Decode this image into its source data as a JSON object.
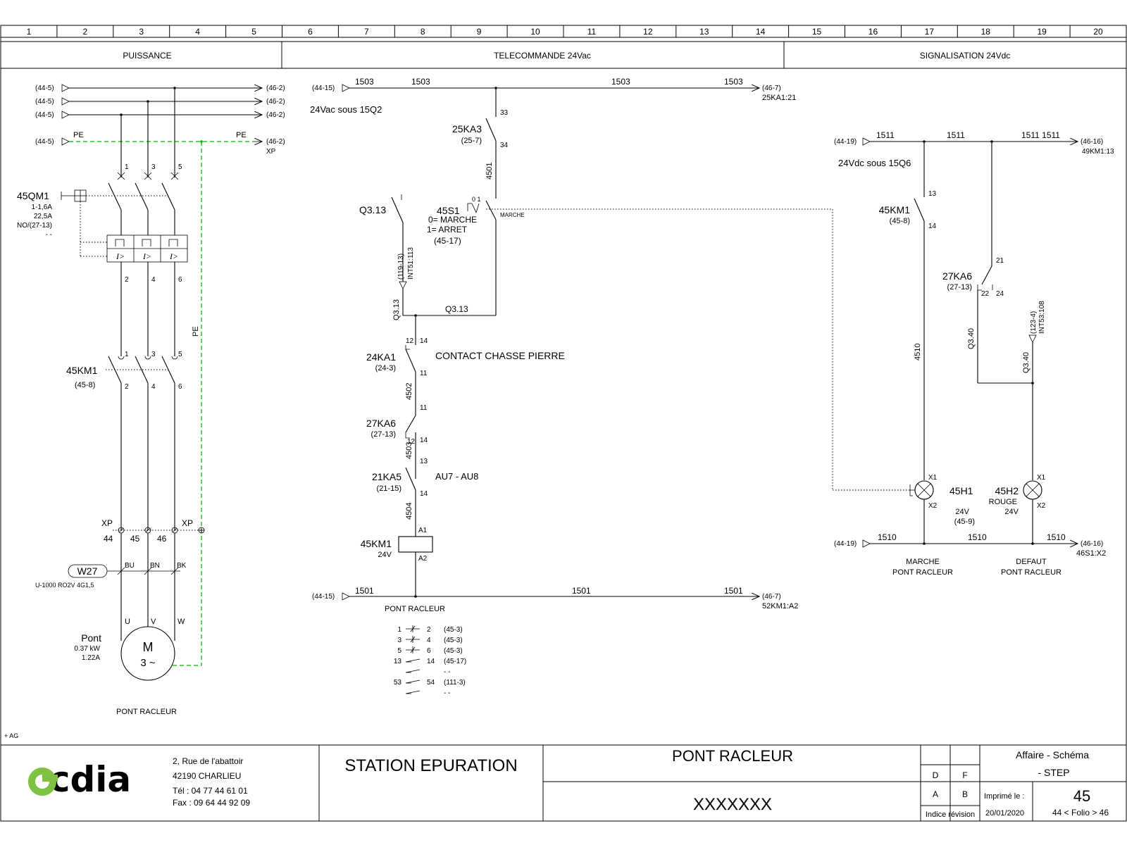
{
  "columns": [
    "1",
    "2",
    "3",
    "4",
    "5",
    "6",
    "7",
    "8",
    "9",
    "10",
    "11",
    "12",
    "13",
    "14",
    "15",
    "16",
    "17",
    "18",
    "19",
    "20"
  ],
  "sections": {
    "puissance": "PUISSANCE",
    "telecommande": "TELECOMMANDE 24Vac",
    "signalisation": "SIGNALISATION 24Vdc"
  },
  "power": {
    "refs_in": [
      "(44-5)",
      "(44-5)",
      "(44-5)",
      "(44-5)"
    ],
    "refs_out": [
      "(46-2)",
      "(46-2)",
      "(46-2)",
      "(46-2)"
    ],
    "pe": "PE",
    "xp": "XP",
    "qm1": {
      "name": "45QM1",
      "range": "1-1,6A",
      "setting": "22,5A",
      "ref": "NO/(27-13)",
      "ref2": "- -"
    },
    "pole_top": [
      "1",
      "3",
      "5"
    ],
    "pole_bottom": [
      "2",
      "4",
      "6"
    ],
    "km1": {
      "name": "45KM1",
      "ref": "(45-8)"
    },
    "km_top": [
      "1",
      "3",
      "5"
    ],
    "km_bottom": [
      "2",
      "4",
      "6"
    ],
    "pe_label": "PE",
    "terminals": [
      "44",
      "45",
      "46"
    ],
    "cable": {
      "name": "W27",
      "type": "U-1000 RO2V 4G1,5",
      "cores": [
        "BU",
        "BN",
        "BK"
      ]
    },
    "motor_phases": [
      "U",
      "V",
      "W"
    ],
    "motor": {
      "name": "Pont",
      "power": "0.37 kW",
      "current": "1.22A",
      "symbol": "M",
      "phase": "3 ~"
    },
    "caption": "PONT RACLEUR",
    "corner": "+ AG"
  },
  "control": {
    "ref_top_in": "(44-15)",
    "top_wires": [
      "1503",
      "1503",
      "1503",
      "1503"
    ],
    "ref_top_out": "(46-7)",
    "ref_top_out2": "25KA1:21",
    "supply": "24Vac sous 15Q2",
    "ka3": {
      "name": "25KA3",
      "ref": "(25-7)",
      "t1": "33",
      "t2": "34"
    },
    "w4501": "4501",
    "q313": "Q3.13",
    "s1": {
      "name": "45S1",
      "l1": "0= MARCHE",
      "l2": "1= ARRET",
      "ref": "(45-17)",
      "marche": "MARCHE",
      "pos": "0 1"
    },
    "int1": "(119-13)",
    "int2": "INT51:113",
    "q313_v": "Q3.13",
    "q313_h": "Q3.13",
    "ka1": {
      "name": "24KA1",
      "ref": "(24-3)",
      "t12": "12",
      "t14": "14",
      "t11": "11",
      "desc": "CONTACT CHASSE PIERRE"
    },
    "w4502": "4502",
    "ka6": {
      "name": "27KA6",
      "ref": "(27-13)",
      "t11": "11",
      "t12": "12",
      "t14": "14"
    },
    "w4503": "4503",
    "ka5": {
      "name": "21KA5",
      "ref": "(21-15)",
      "t13": "13",
      "t14": "14",
      "desc": "AU7 - AU8"
    },
    "w4504": "4504",
    "coil": {
      "name": "45KM1",
      "volt": "24V",
      "a1": "A1",
      "a2": "A2"
    },
    "ref_bot_in": "(44-15)",
    "bot_wires": [
      "1501",
      "1501",
      "1501"
    ],
    "ref_bot_out": "(46-7)",
    "ref_bot_out2": "52KM1:A2",
    "caption": "PONT RACLEUR",
    "contacts": [
      {
        "a": "1",
        "b": "2",
        "ref": "(45-3)"
      },
      {
        "a": "3",
        "b": "4",
        "ref": "(45-3)"
      },
      {
        "a": "5",
        "b": "6",
        "ref": "(45-3)"
      },
      {
        "a": "13",
        "b": "14",
        "ref": "(45-17)"
      },
      {
        "a": "",
        "b": "",
        "ref": "- -"
      },
      {
        "a": "53",
        "b": "54",
        "ref": "(111-3)"
      },
      {
        "a": "",
        "b": "",
        "ref": "- -"
      }
    ]
  },
  "signal": {
    "ref_top_in": "(44-19)",
    "top_wires": [
      "1511",
      "1511",
      "1511 1511"
    ],
    "ref_top_out": "(46-16)",
    "ref_top_out2": "49KM1:13",
    "supply": "24Vdc sous 15Q6",
    "km1": {
      "name": "45KM1",
      "ref": "(45-8)",
      "t13": "13",
      "t14": "14"
    },
    "ka6": {
      "name": "27KA6",
      "ref": "(27-13)",
      "t21": "21",
      "t22": "22",
      "t24": "24"
    },
    "w4510": "4510",
    "q340_a": "Q3.40",
    "q340_b": "Q3.40",
    "int1": "(123-4)",
    "int2": "INT53:108",
    "h1": {
      "name": "45H1",
      "volt": "24V",
      "ref": "(45-9)",
      "x1": "X1",
      "x2": "X2"
    },
    "h2": {
      "name": "45H2",
      "color": "ROUGE",
      "volt": "24V",
      "x1": "X1",
      "x2": "X2"
    },
    "ref_bot_in": "(44-19)",
    "bot_wires": [
      "1510",
      "1510",
      "1510"
    ],
    "ref_bot_out": "(46-16)",
    "ref_bot_out2": "46S1:X2",
    "cap1a": "MARCHE",
    "cap1b": "PONT RACLEUR",
    "cap2a": "DEFAUT",
    "cap2b": "PONT RACLEUR"
  },
  "title_block": {
    "logo": "cdia",
    "address1": "2, Rue de l'abattoir",
    "address2": "42190  CHARLIEU",
    "tel": "Tél : 04 77 44  61  01",
    "fax": "Fax : 09 64 44 92 09",
    "project": "STATION EPURATION",
    "title": "PONT RACLEUR",
    "subtitle": "XXXXXXX",
    "rev_letters": [
      "D",
      "F",
      "A",
      "B"
    ],
    "rev_label": "Indice révision",
    "affaire": "Affaire - Schéma",
    "affaire_val": "-   STEP",
    "printed_label": "Imprimé le :",
    "printed_date": "20/01/2020",
    "page": "45",
    "folio": "44   < Folio >   46"
  },
  "colors": {
    "pe_wire": "#00b000",
    "logo_green": "#7dc242",
    "ink": "#000000"
  }
}
